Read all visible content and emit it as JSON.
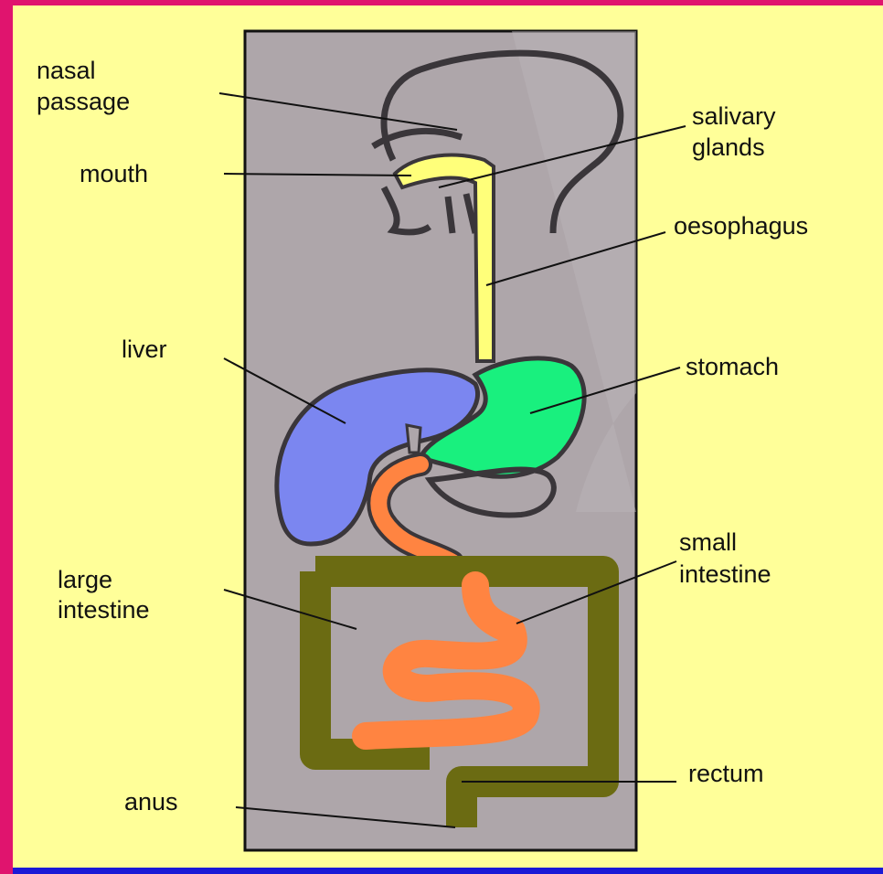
{
  "labels": {
    "nasal_passage": [
      "nasal",
      "passage"
    ],
    "salivary_glands": [
      "salivary",
      "glands"
    ],
    "mouth": "mouth",
    "oesophagus": "oesophagus",
    "liver": "liver",
    "stomach": "stomach",
    "small_intestine": [
      "small",
      "intestine"
    ],
    "large_intestine": [
      "large",
      "intestine"
    ],
    "rectum": "rectum",
    "anus": "anus"
  },
  "colors": {
    "slide_background": "#ffff99",
    "slide_border_blue": "#1a1ad6",
    "slide_border_magenta": "#e0146e",
    "body_panel": "#aea6aa",
    "outline": "#3a363a",
    "oesophagus": "#ffff7a",
    "liver": "#7b86f0",
    "stomach": "#19f07e",
    "small_intestine": "#ff8441",
    "large_intestine": "#6b6b12"
  }
}
